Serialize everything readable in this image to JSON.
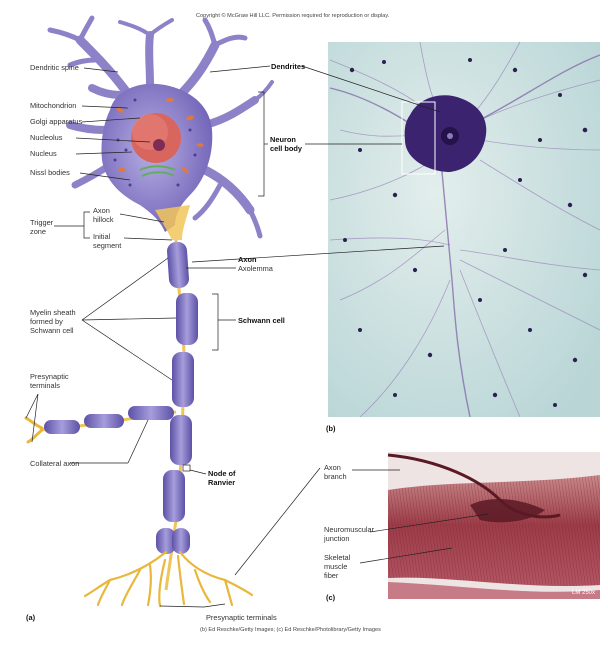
{
  "copyright": "Copyright © McGraw Hill LLC. Permission required for reproduction or display.",
  "labels": {
    "dendritic_spine": "Dendritic spine",
    "mitochondrion": "Mitochondrion",
    "golgi": "Golgi apparatus",
    "nucleolus": "Nucleolus",
    "nucleus": "Nucleus",
    "nissl": "Nissl bodies",
    "axon_hillock": "Axon\nhillock",
    "trigger_zone": "Trigger\nzone",
    "initial_segment": "Initial\nsegment",
    "myelin_sheath": "Myelin sheath\nformed by\nSchwann cell",
    "presynaptic_terminals_left": "Presynaptic\nterminals",
    "collateral_axon": "Collateral axon",
    "dendrites": "Dendrites",
    "neuron_cell_body": "Neuron\ncell body",
    "axon": "Axon",
    "axolemma": "Axolemma",
    "schwann_cell": "Schwann cell",
    "node_of_ranvier": "Node of\nRanvier",
    "presynaptic_terminals_bottom": "Presynaptic terminals",
    "axon_branch": "Axon\nbranch",
    "neuromuscular_junction": "Neuromuscular\njunction",
    "skeletal_muscle_fiber": "Skeletal\nmuscle\nfiber"
  },
  "panels": {
    "a": "(a)",
    "b": "(b)",
    "c": "(c)"
  },
  "magnification": "LM 250x",
  "credits": "(b) Ed Reschke/Getty Images; (c) Ed Reschke/Photolibrary/Getty Images",
  "colors": {
    "neuron": "#8f83c9",
    "myelin": "#7f74be",
    "axon_core": "#f0c558",
    "terminals": "#e8b83c",
    "micrograph_bg": "#cfe4e4",
    "muscle": "#a84650"
  }
}
